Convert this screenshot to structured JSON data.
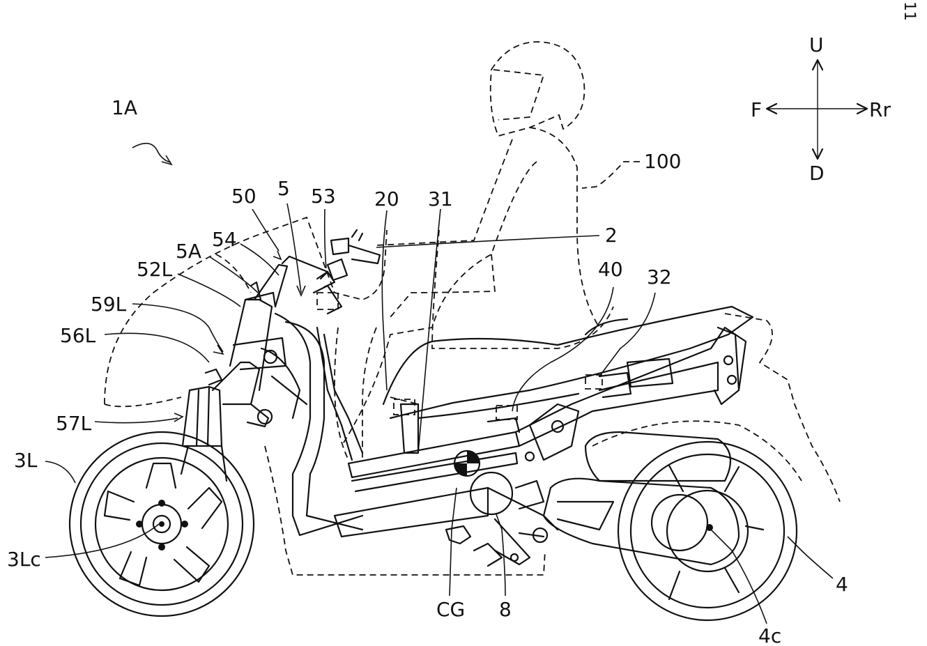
{
  "sheet_number": "11",
  "figure_ref": "1A",
  "directions": {
    "up": "U",
    "down": "D",
    "front": "F",
    "rear": "Rr"
  },
  "labels": {
    "rider": "100",
    "steering_handle": "2",
    "front_left_wheel": "3L",
    "front_left_axle": "3Lc",
    "rear_wheel": "4",
    "rear_axle": "4c",
    "steering_unit": "5",
    "steering_shaft": "5A",
    "body_frame": "20",
    "seat_component": "31",
    "rear_component": "32",
    "controller": "40",
    "steering_device": "50",
    "left_arm_bracket": "52L",
    "handle_sensor": "53",
    "steering_actuator": "54",
    "left_knuckle": "56L",
    "left_suspension": "57L",
    "left_link": "59L",
    "center_of_gravity": "CG",
    "engine_unit": "8"
  }
}
